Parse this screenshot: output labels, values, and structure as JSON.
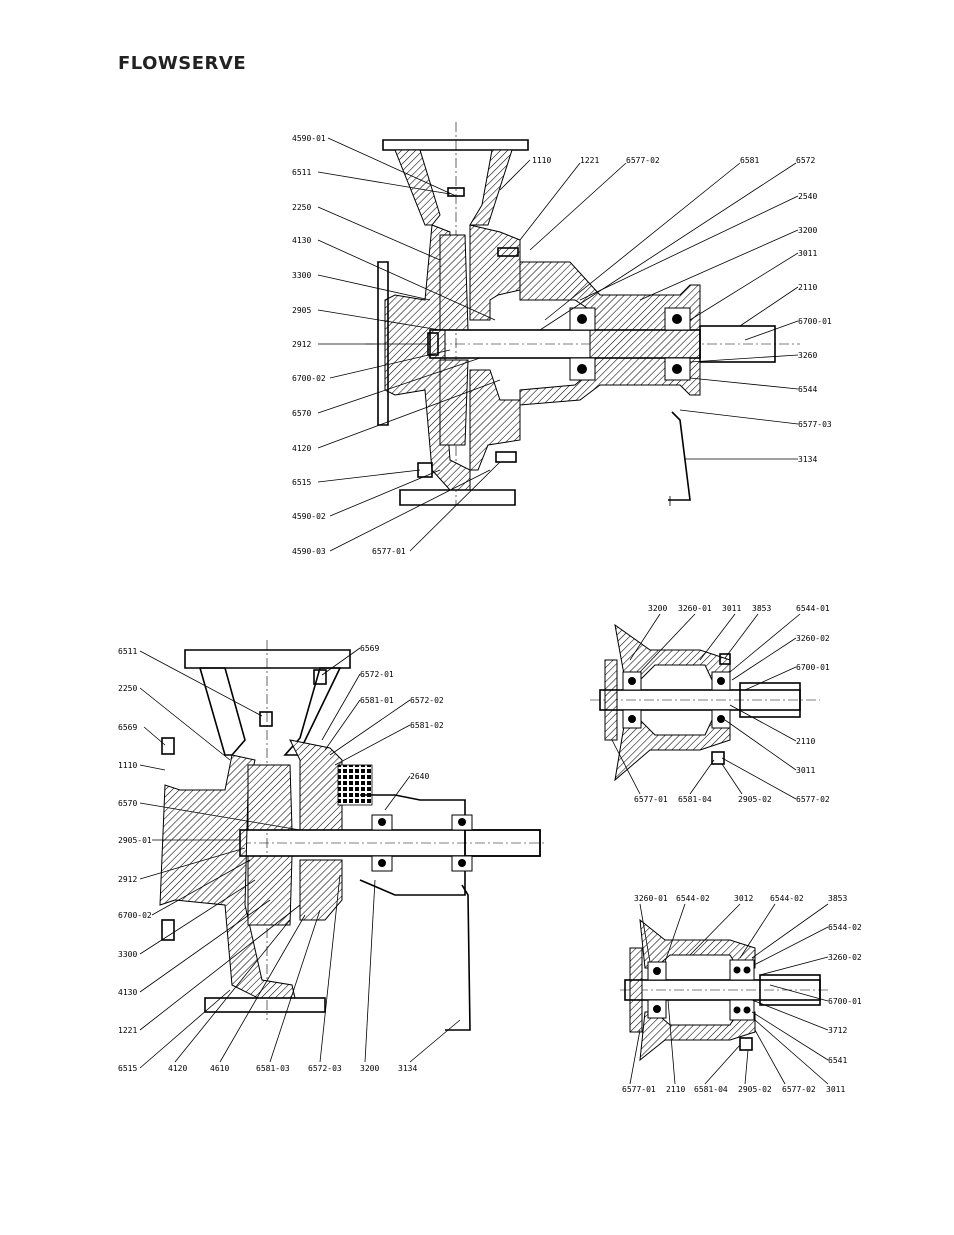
{
  "header": {
    "brand": "FLOWSERVE"
  },
  "figures": {
    "main": {
      "labels_left": [
        "4590-01",
        "6511",
        "2250",
        "4130",
        "3300",
        "2905",
        "2912",
        "6700-02",
        "6570",
        "4120",
        "6515",
        "4590-02",
        "4590-03",
        "6577-01"
      ],
      "labels_top": [
        "1110",
        "1221",
        "6577-02",
        "6581",
        "6572"
      ],
      "labels_right": [
        "2540",
        "3200",
        "3011",
        "2110",
        "6700-01",
        "3260",
        "6544",
        "6577-03",
        "3134"
      ]
    },
    "lower_left": {
      "labels_left": [
        "6511",
        "2250",
        "6569",
        "1110",
        "6570",
        "2905-01",
        "2912",
        "6700-02",
        "3300",
        "4130",
        "1221",
        "6515"
      ],
      "labels_top": [
        "6569",
        "6572-01",
        "6581-01",
        "6572-02",
        "6581-02",
        "2640"
      ],
      "labels_bottom": [
        "4120",
        "4610",
        "6581-03",
        "6572-03",
        "3200",
        "3134"
      ]
    },
    "right_top": {
      "labels_top": [
        "3200",
        "3260-01",
        "3011",
        "3853",
        "6544-01"
      ],
      "labels_right": [
        "3260-02",
        "6700-01",
        "2110",
        "3011",
        "6577-02"
      ],
      "labels_bottom": [
        "6577-01",
        "6581-04",
        "2905-02"
      ]
    },
    "right_bottom": {
      "labels_top": [
        "3260-01",
        "6544-02",
        "3012",
        "6544-02",
        "3853"
      ],
      "labels_right": [
        "6544-02",
        "3260-02",
        "6700-01",
        "3712",
        "6541"
      ],
      "labels_bottom": [
        "6577-01",
        "2110",
        "6581-04",
        "2905-02",
        "6577-02",
        "3011"
      ]
    }
  }
}
